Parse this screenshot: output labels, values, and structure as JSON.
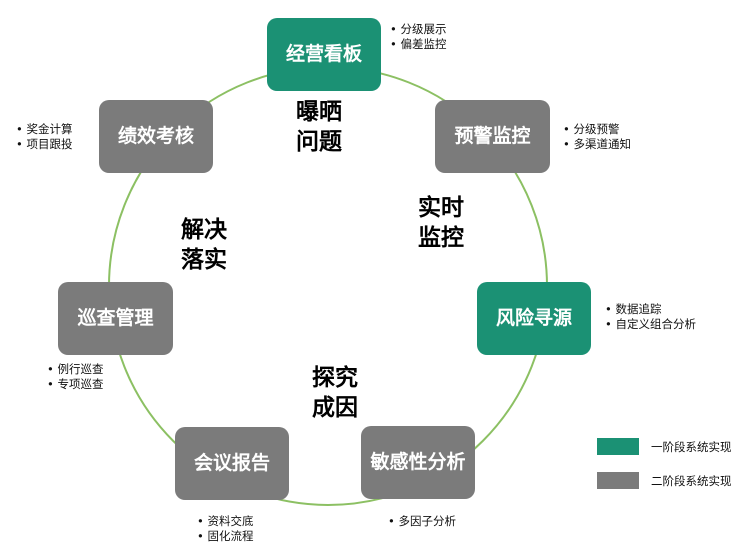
{
  "colors": {
    "phase1": "#1b9174",
    "phase2": "#7b7b7b",
    "ring": "#8cc063"
  },
  "nodes": {
    "jingying": {
      "label": "经营看板",
      "phase": 1,
      "bullets": [
        "分级展示",
        "偏差监控"
      ]
    },
    "yujing": {
      "label": "预警监控",
      "phase": 2,
      "bullets": [
        "分级预警",
        "多渠道通知"
      ]
    },
    "fengxian": {
      "label": "风险寻源",
      "phase": 1,
      "bullets": [
        "数据追踪",
        "自定义组合分析"
      ]
    },
    "mingan": {
      "label": "敏感性分析",
      "phase": 2,
      "bullets": [
        "多因子分析"
      ]
    },
    "huiyi": {
      "label": "会议报告",
      "phase": 2,
      "bullets": [
        "资料交底",
        "固化流程"
      ]
    },
    "xuncha": {
      "label": "巡查管理",
      "phase": 2,
      "bullets": [
        "例行巡查",
        "专项巡查"
      ]
    },
    "jixiao": {
      "label": "绩效考核",
      "phase": 2,
      "bullets": [
        "奖金计算",
        "项目跟投"
      ]
    }
  },
  "phases": {
    "baoshai": [
      "曝晒",
      "问题"
    ],
    "shishi": [
      "实时",
      "监控"
    ],
    "tanjiu": [
      "探究",
      "成因"
    ],
    "jiejue": [
      "解决",
      "落实"
    ]
  },
  "legend": [
    {
      "label": "一阶段系统实现",
      "color": "#1b9174"
    },
    {
      "label": "二阶段系统实现",
      "color": "#7b7b7b"
    }
  ]
}
